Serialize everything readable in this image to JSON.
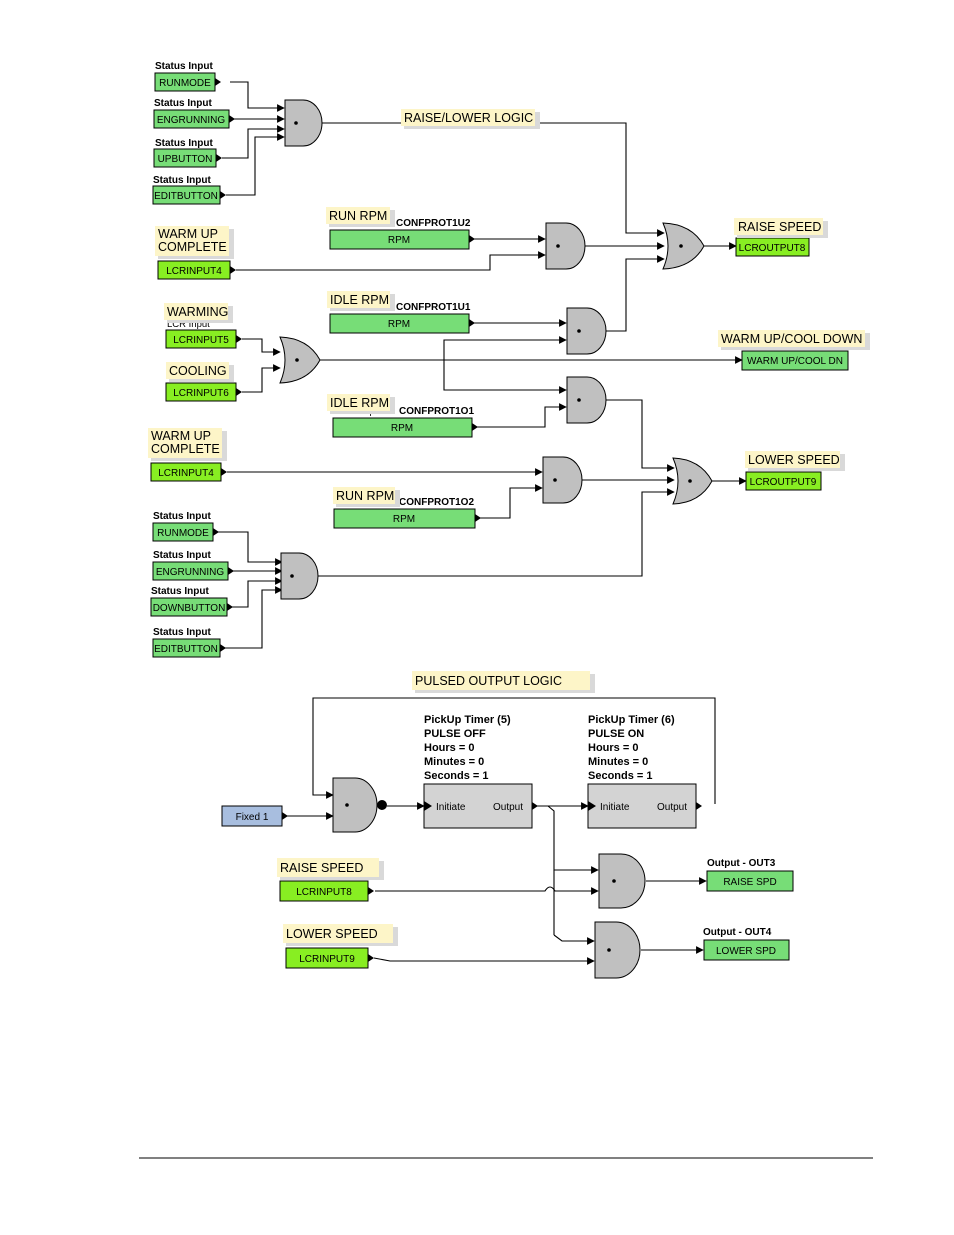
{
  "status_input": "Status Input",
  "pulsed_output_logic": "PULSED OUTPUT LOGIC",
  "raise_lower_logic": "RAISE/LOWER LOGIC",
  "raise_block": {
    "inputs": [
      "RUNMODE",
      "ENGRUNNING",
      "UPBUTTON",
      "EDITBUTTON"
    ]
  },
  "lower_block": {
    "inputs": [
      "RUNMODE",
      "ENGRUNNING",
      "DOWNBUTTON",
      "EDITBUTTON"
    ]
  },
  "warm_up_complete": [
    "WARM UP",
    "COMPLETE"
  ],
  "lcrinput4": "LCRINPUT4",
  "lcrinput5": "LCRINPUT5",
  "lcrinput6": "LCRINPUT6",
  "lcrinput8": "LCRINPUT8",
  "lcrinput9": "LCRINPUT9",
  "warming": "WARMING",
  "cooling": "COOLING",
  "lcr_input_partial": "LCR Input",
  "status_input_partial": "Status Input",
  "run_rpm": "RUN RPM",
  "idle_rpm": "IDLE RPM",
  "rpm": "RPM",
  "confprot1u2": "CONFPROT1U2",
  "confprot1u1": "CONFPROT1U1",
  "confprot1o1": "CONFPROT1O1",
  "confprot1o2": "CONFPROT1O2",
  "raise_speed": "RAISE SPEED",
  "lower_speed": "LOWER SPEED",
  "lcroutput8": "LCROUTPUT8",
  "lcroutput9": "LCROUTPUT9",
  "warm_up_cool_down": "WARM UP/COOL DOWN",
  "warm_up_cool_dn": "WARM UP/COOL DN",
  "fixed1": "Fixed 1",
  "timer5": [
    "PickUp Timer (5)",
    "PULSE OFF",
    "Hours = 0",
    "Minutes = 0",
    "Seconds = 1"
  ],
  "timer6": [
    "PickUp Timer (6)",
    "PULSE ON",
    "Hours = 0",
    "Minutes = 0",
    "Seconds = 1"
  ],
  "initiate": "Initiate",
  "output": "Output",
  "output_out3": "Output - OUT3",
  "output_out4": "Output - OUT4",
  "raise_spd": "RAISE SPD",
  "lower_spd": "LOWER SPD",
  "colors": {
    "green_output": "#77dd77",
    "green_input": "#88ee22",
    "note": "#fdf5c8",
    "gate": "#c0c0c0",
    "fixed": "#a8bedf",
    "timer": "#d3d3d3"
  }
}
